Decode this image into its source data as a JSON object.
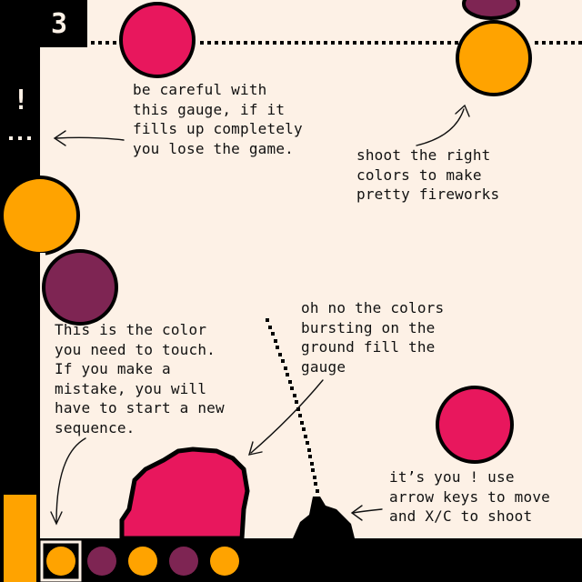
{
  "hud": {
    "level": "3",
    "gauge_icon": "!",
    "gauge_fill_fraction": 0.15
  },
  "colors": {
    "background": "#fdf1e6",
    "frame": "#000000",
    "red": "#e8175d",
    "orange": "#ffa300",
    "purple": "#7e2553",
    "outline": "#111111"
  },
  "target_sequence": [
    "orange",
    "purple"
  ],
  "color_queue": [
    "orange",
    "purple",
    "orange",
    "purple",
    "orange"
  ],
  "tutorial": {
    "gauge_note": "be careful with\nthis gauge, if it\nfills up completely\nyou lose the game.",
    "fireworks_note": "shoot the right\ncolors to make\npretty fireworks",
    "target_note": "This is the color\nyou need to touch.\nIf you make a\nmistake, you will\nhave to start a new\nsequence.",
    "ground_note": "oh no the colors\nbursting on the\nground fill the\ngauge",
    "player_note": "it’s you ! use\narrow keys to move\nand X/C to shoot"
  },
  "icons": {
    "arrow": "curved-arrow-icon",
    "player": "cannon-icon"
  }
}
